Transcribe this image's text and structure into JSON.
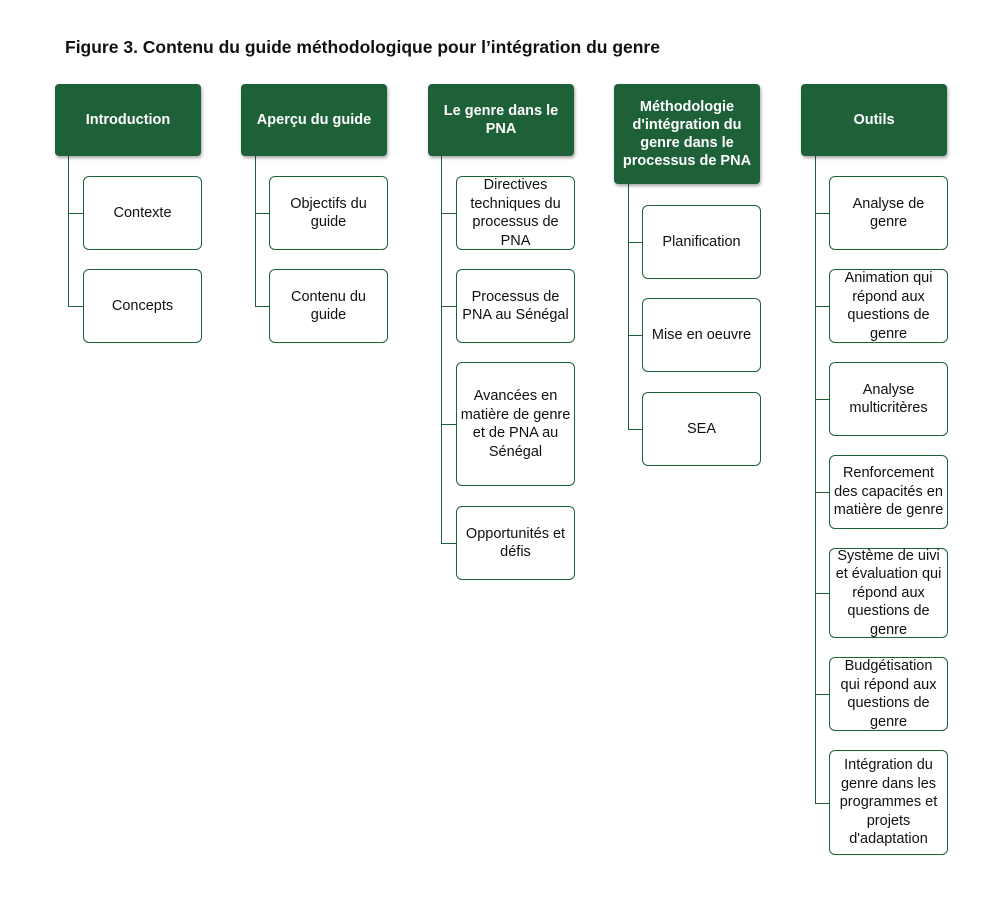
{
  "title": "Figure 3. Contenu du guide méthodologique pour l’intégration du genre",
  "columns": [
    {
      "header": "Introduction",
      "items": [
        "Contexte",
        "Concepts"
      ]
    },
    {
      "header": "Aperçu du guide",
      "items": [
        "Objectifs du guide",
        "Contenu du guide"
      ]
    },
    {
      "header": "Le genre dans le PNA",
      "items": [
        "Directives techniques du processus de PNA",
        "Processus de PNA au Sénégal",
        "Avancées en matière de genre et de PNA au Sénégal",
        "Opportunités et défis"
      ]
    },
    {
      "header": "Méthodologie d'intégration du genre dans le processus de PNA",
      "items": [
        "Planification",
        "Mise en oeuvre",
        "SEA"
      ]
    },
    {
      "header": "Outils",
      "items": [
        "Analyse de genre",
        "Animation qui répond aux questions de genre",
        "Analyse multicritères",
        "Renforcement des capacités en matière de genre",
        "Système de uivi et évaluation qui répond aux questions de genre",
        "Budgétisation qui répond aux questions de genre",
        "Intégration du genre dans les programmes et projets d'adaptation"
      ]
    }
  ],
  "colors": {
    "header_bg": "#1e6138",
    "border": "#1e6138",
    "header_text": "#ffffff"
  }
}
